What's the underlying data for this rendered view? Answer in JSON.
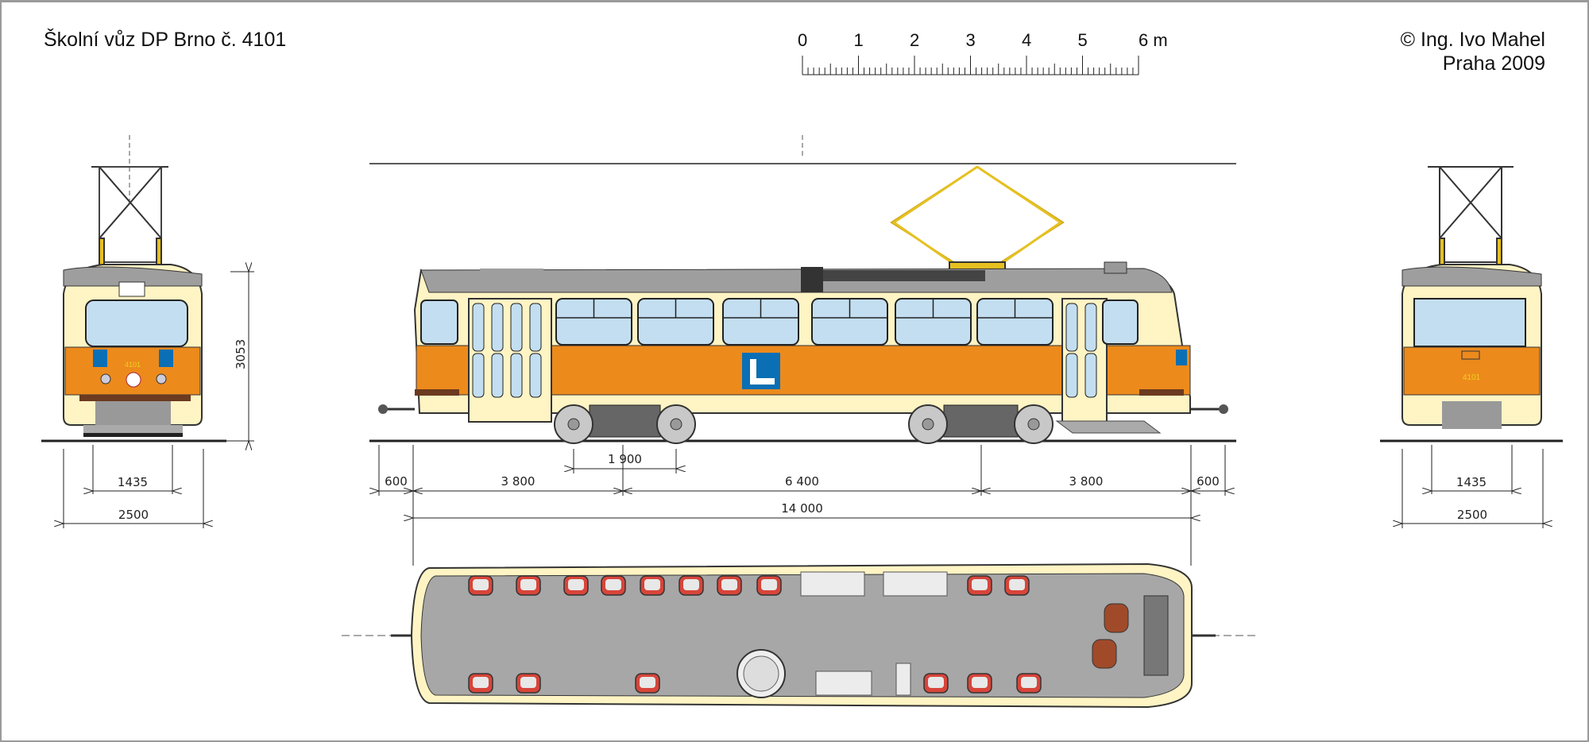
{
  "header": {
    "title": "Školní vůz DP Brno č. 4101",
    "author_line1": "©  Ing. Ivo Mahel",
    "author_line2": "Praha 2009"
  },
  "scale": {
    "labels": [
      "0",
      "1",
      "2",
      "3",
      "4",
      "5",
      "6 m"
    ]
  },
  "front_view": {
    "height_dim": "3053",
    "gauge_dim": "1435",
    "width_dim": "2500",
    "fleet_number": "4101"
  },
  "side_view": {
    "dims_row": [
      "600",
      "3 800",
      "6 400",
      "3 800",
      "600"
    ],
    "bogie_wheelbase": "1 900",
    "length": "14 000"
  },
  "rear_view": {
    "gauge_dim": "1435",
    "width_dim": "2500",
    "fleet_number": "4101"
  },
  "colors": {
    "orange": "#ec8a1c",
    "cream": "#fff4c4",
    "roof": "#9e9e9e",
    "glass": "#c3def0",
    "learner_blue": "#0a6fb4",
    "seat_red": "#d7453a",
    "pantograph": "#e6c020"
  }
}
